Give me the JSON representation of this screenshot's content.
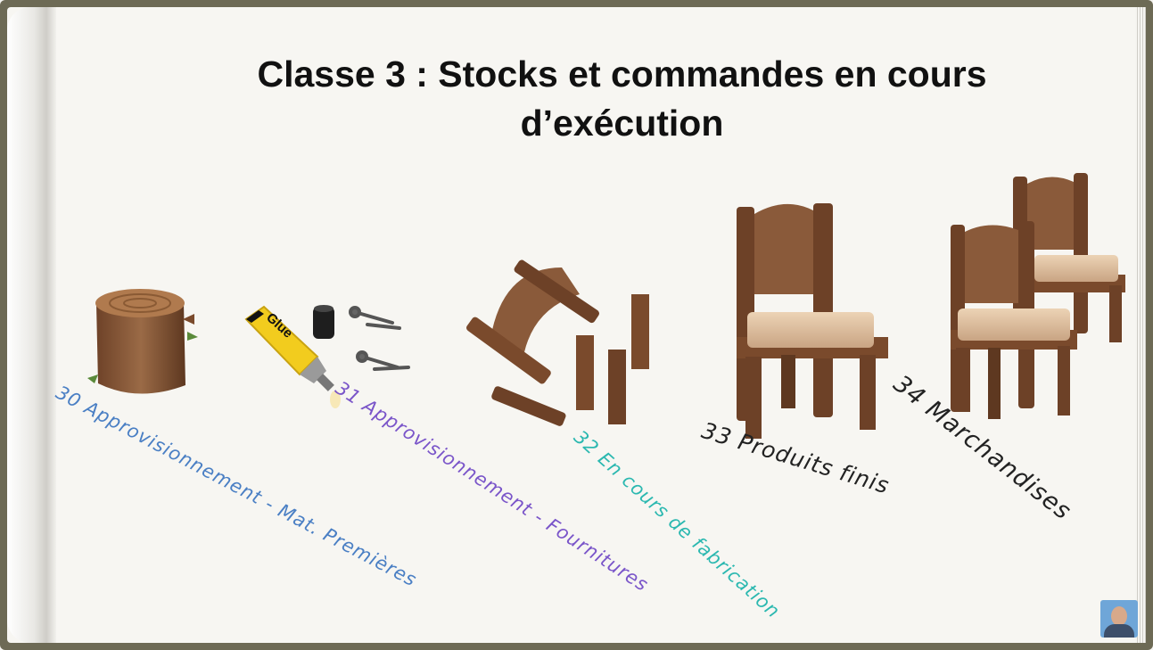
{
  "slide": {
    "title": "Classe 3 : Stocks et commandes en cours d’exécution",
    "labels": {
      "c30": "30 Approvisionnement - Mat. Premières",
      "c31": "31 Approvisionnement - Fournitures",
      "c32": "32 En cours de fabrication",
      "c33": "33 Produits finis",
      "c34": "34 Marchandises"
    },
    "glue_text": "Glue"
  },
  "colors": {
    "label_30": "#4a7fc4",
    "label_31": "#7a55c9",
    "label_32": "#2bb8b0",
    "label_33": "#222222",
    "label_34": "#222222",
    "wood": "#8a5a3a",
    "cushion": "#e6c9a8"
  },
  "icons": [
    "tree-stump-icon",
    "glue-tube-icon",
    "nails-icon",
    "broken-chair-icon",
    "chair-icon",
    "avatar"
  ]
}
